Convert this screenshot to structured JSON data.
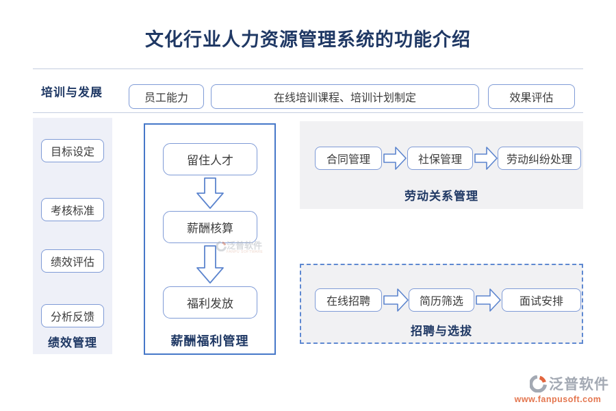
{
  "title": "文化行业人力资源管理系统的功能介绍",
  "training_row": {
    "label": "培训与发展",
    "boxes": [
      "员工能力",
      "在线培训课程、培训计划制定",
      "效果评估"
    ]
  },
  "performance_column": {
    "boxes": [
      "目标设定",
      "考核标准",
      "绩效评估",
      "分析反馈"
    ],
    "label": "绩效管理"
  },
  "compensation_column": {
    "boxes": [
      "留住人才",
      "薪酬核算",
      "福利发放"
    ],
    "label": "薪酬福利管理"
  },
  "labor_panel": {
    "boxes": [
      "合同管理",
      "社保管理",
      "劳动纠纷处理"
    ],
    "label": "劳动关系管理"
  },
  "recruitment_panel": {
    "boxes": [
      "在线招聘",
      "简历筛选",
      "面试安排"
    ],
    "label": "招聘与选拔"
  },
  "watermark": {
    "brand": "泛普软件",
    "sub": "FANPU SOFTWARE"
  },
  "footer": {
    "brand": "泛普软件",
    "url": "www.fanpusoft.com"
  },
  "colors": {
    "title_text": "#1F3864",
    "section_label": "#1F3864",
    "node_border": "#7E9AD6",
    "container_border": "#4577C8",
    "arrow_stroke": "#5B84CE",
    "panel_bg": "#F1F1F3",
    "column_bg": "#EEF0F8",
    "footer_brand": "#A3A9B3",
    "footer_url": "#E4764F"
  }
}
